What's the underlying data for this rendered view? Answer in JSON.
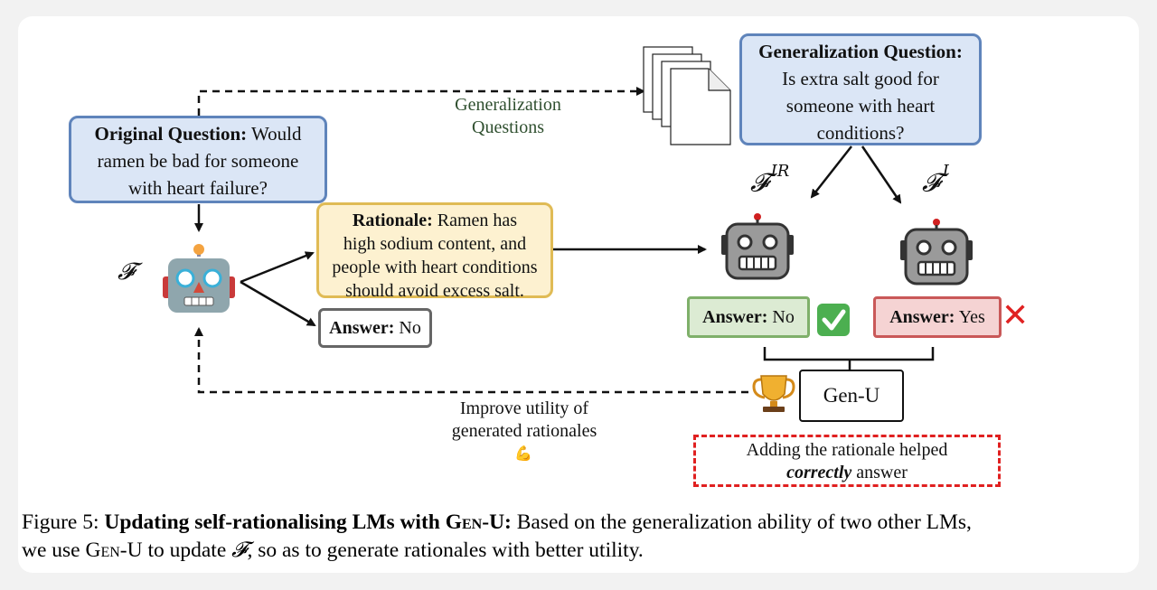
{
  "original_question": {
    "label": "Original Question:",
    "text_line1": "Would",
    "text_line2": "ramen be bad for someone",
    "text_line3": "with heart failure?"
  },
  "generalization_question": {
    "label": "Generalization Question:",
    "line1": "Is extra salt good for",
    "line2": "someone with heart",
    "line3": "conditions?"
  },
  "rationale": {
    "label": "Rationale:",
    "line1": "Ramen has",
    "line2": "high sodium content, and",
    "line3": "people with heart conditions",
    "line4": "should avoid excess salt."
  },
  "answer_left": {
    "label": "Answer:",
    "value": "No"
  },
  "answer_ir": {
    "label": "Answer:",
    "value": "No"
  },
  "answer_i": {
    "label": "Answer:",
    "value": "Yes"
  },
  "gen_u": "Gen-U",
  "dashed_note": {
    "line1": "Adding the rationale helped",
    "bold_word": "correctly",
    "rest": "answer"
  },
  "labels": {
    "generalization_questions_1": "Generalization",
    "generalization_questions_2": "Questions",
    "improve_1": "Improve utility of",
    "improve_2": "generated rationales"
  },
  "models": {
    "main": "𝓕",
    "ir_base": "𝓕",
    "ir_sup": "IR",
    "i_base": "𝓕",
    "i_sup": "I"
  },
  "caption": {
    "prefix": "Figure 5: ",
    "bold_a": "Updating self-rationalising LMs with ",
    "bold_sc": "Gen-U",
    "bold_colon": ":",
    "rest1": " Based on the generalization ability of two other LMs,",
    "rest2a": "we use ",
    "sc2": "Gen-U",
    "rest2b": " to update ",
    "f": "𝓕",
    "rest2c": ", so as to generate rationales with better utility."
  },
  "icons": {
    "robot_main": "robot-face-icon",
    "robot_ir": "robot-icon",
    "robot_i": "robot-icon",
    "check": "check-mark-icon",
    "cross": "cross-mark-icon",
    "trophy": "trophy-icon",
    "documents": "documents-icon",
    "muscle": "flexed-biceps-icon"
  },
  "colors": {
    "question_fill": "#dbe6f6",
    "question_border": "#5f84bb",
    "rationale_fill": "#fdf1d0",
    "rationale_border": "#e0bb55",
    "correct_fill": "#dcebd3",
    "correct_border": "#7fb06a",
    "wrong_fill": "#f5d3d3",
    "wrong_border": "#c95858",
    "dashed_red": "#e02020"
  }
}
